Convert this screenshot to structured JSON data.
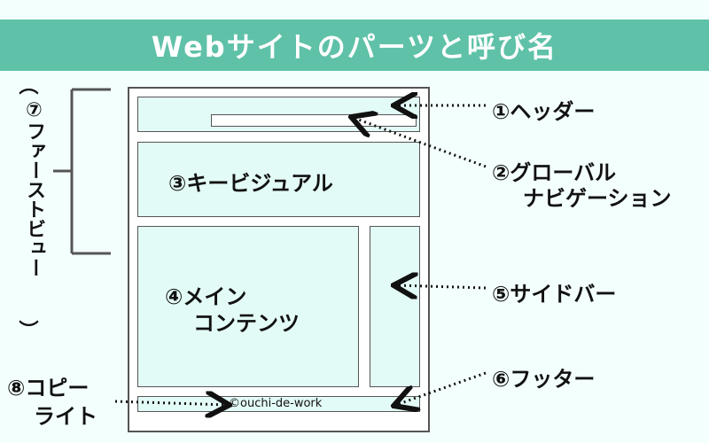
{
  "title": "Webサイトのパーツと呼び名",
  "parts": {
    "header": "①ヘッダー",
    "global_nav_line1": "②グローバル",
    "global_nav_line2": "ナビゲーション",
    "key_visual": "③キービジュアル",
    "main_content_line1": "④メイン",
    "main_content_line2": "コンテンツ",
    "sidebar": "⑤サイドバー",
    "footer": "⑥フッター",
    "first_view": "⑦ファーストビュー",
    "first_view_open_paren": "（",
    "first_view_close_paren": "）",
    "copyright_line1": "⑧コピー",
    "copyright_line2": "ライト"
  },
  "copyright_text": "©ouchi-de-work",
  "colors": {
    "title_bar": "#5fc1a8",
    "panel_fill": "#e3fbf6",
    "background": "#f3fffd"
  }
}
